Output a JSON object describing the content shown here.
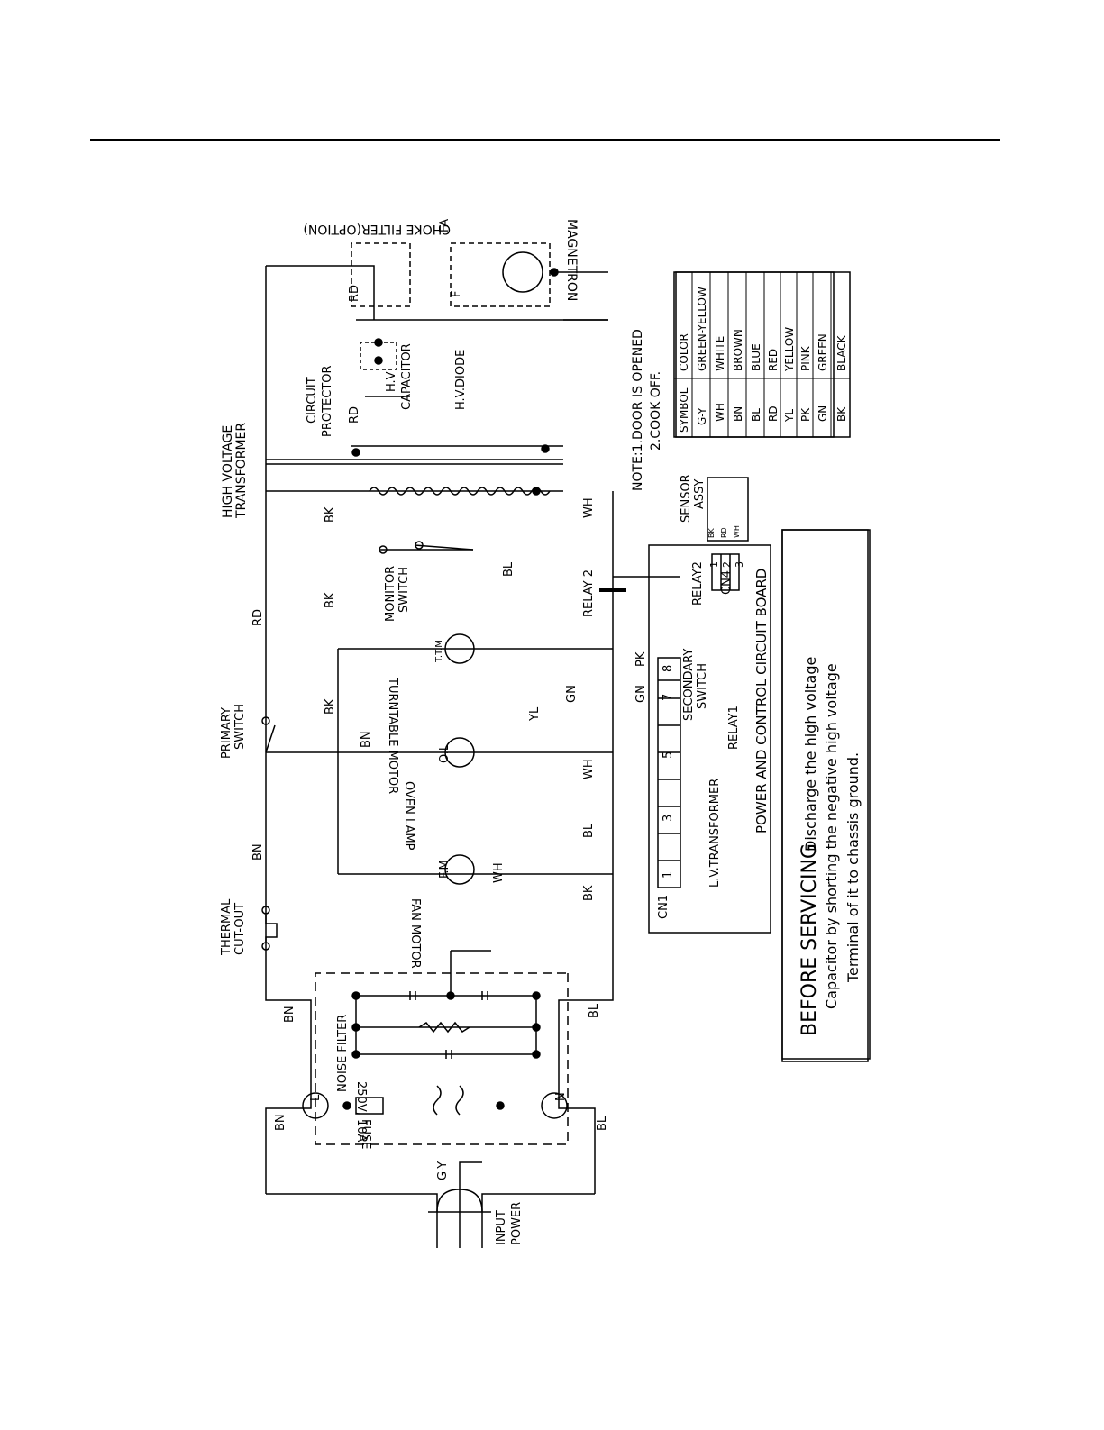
{
  "labels": {
    "choke_filter": "CHOKE FILTER(OPTION)",
    "fa": "FA",
    "f": "F",
    "magnetron": "MAGNETRON",
    "rd_top": "RD",
    "rd_mid": "RD",
    "rd_left": "RD",
    "circuit_protector_1": "CIRCUIT",
    "circuit_protector_2": "PROTECTOR",
    "hv_capacitor_1": "H.V",
    "hv_capacitor_2": "CAPACITOR",
    "hv_diode": "H.V.DIODE",
    "note_1": "NOTE:1.DOOR IS OPENED",
    "note_2": "2.COOK OFF.",
    "hvt_1": "HIGH VOLTAGE",
    "hvt_2": "TRANSFORMER",
    "bk_1": "BK",
    "bk_2": "BK",
    "bk_3": "BK",
    "bk_4": "BK",
    "wh_1": "WH",
    "wh_2": "WH",
    "wh_3": "WH",
    "bl_1": "BL",
    "bl_2": "BL",
    "bl_3": "BL",
    "bl_4": "BL",
    "bn_1": "BN",
    "bn_2": "BN",
    "bn_3": "BN",
    "bn_4": "BN",
    "yl": "YL",
    "gn_1": "GN",
    "gn_2": "GN",
    "pk": "PK",
    "gy": "G-Y",
    "monitor_switch_1": "MONITOR",
    "monitor_switch_2": "SWITCH",
    "relay2_coil": "RELAY 2",
    "relay2_label": "RELAY2",
    "cn4": "CN4",
    "sensor_1": "SENSOR",
    "sensor_2": "ASSY",
    "tm": "T.T.M",
    "turntable_motor": "TURNTABLE MOTOR",
    "primary_switch_1": "PRIMARY",
    "primary_switch_2": "SWITCH",
    "ol": "O.L",
    "oven_lamp": "OVEN LAMP",
    "secondary_switch_1": "SECONDARY",
    "secondary_switch_2": "SWITCH",
    "relay1": "RELAY1",
    "fm": "F.M",
    "fan_motor": "FAN MOTOR",
    "lv_transformer": "L.V.TRANSFORMER",
    "cn1": "CN1",
    "board": "POWER AND CONTROL CIRCUIT BOARD",
    "thermal_1": "THERMAL",
    "thermal_2": "CUT-OUT",
    "noise_filter": "NOISE FILTER",
    "fuse_rating": "250V, 10A",
    "fuse": "FUSE",
    "l": "L",
    "n": "N",
    "input_power_1": "INPUT",
    "input_power_2": "POWER",
    "pin1": "1",
    "pin3": "3",
    "pin5": "5",
    "pin7": "7",
    "pin8": "8",
    "cn4_1": "1",
    "cn4_2": "2",
    "cn4_3": "3",
    "sensor_bk": "BK",
    "sensor_rd": "RD",
    "sensor_wh": "WH"
  },
  "color_table": {
    "header": [
      "SYMBOL",
      "COLOR"
    ],
    "rows": [
      [
        "G-Y",
        "GREEN-YELLOW"
      ],
      [
        "WH",
        "WHITE"
      ],
      [
        "BN",
        "BROWN"
      ],
      [
        "BL",
        "BLUE"
      ],
      [
        "RD",
        "RED"
      ],
      [
        "YL",
        "YELLOW"
      ],
      [
        "PK",
        "PINK"
      ],
      [
        "GN",
        "GREEN"
      ],
      [
        "BK",
        "BLACK"
      ]
    ]
  },
  "warning": {
    "heading": "BEFORE SERVICING",
    "line1": "Discharge the high voltage",
    "line2": "Capacitor by shorting the negative high voltage",
    "line3": "Terminal of it to chassis ground."
  }
}
